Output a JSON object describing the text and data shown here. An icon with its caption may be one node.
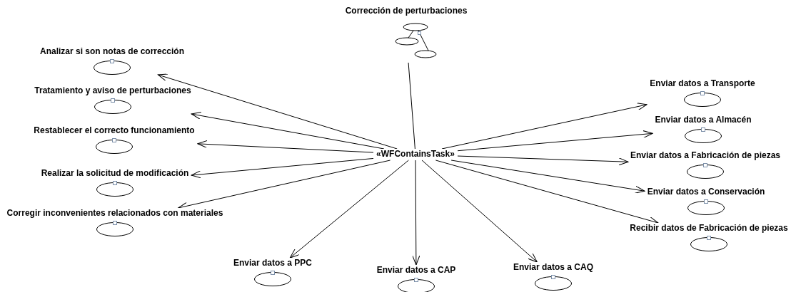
{
  "diagram": {
    "nodes": [
      {
        "text": [
          "«WFContainsTask»"
        ]
      },
      {
        "text": [
          "Corrección de perturbaciones"
        ]
      },
      {
        "text": [
          "Analizar si son notas de corrección"
        ]
      },
      {
        "text": [
          "Tratamiento y aviso de perturbaciones"
        ]
      },
      {
        "text": [
          "Restablecer el correcto funcionamiento"
        ]
      },
      {
        "text": [
          "Realizar la solicitud de modificación"
        ]
      },
      {
        "text": [
          "Corregir inconvenientes relacionados con materiales"
        ]
      },
      {
        "text": [
          "Enviar datos a PPC"
        ]
      },
      {
        "text": [
          "Enviar datos a CAP"
        ]
      },
      {
        "text": [
          "Enviar datos a CAQ"
        ]
      },
      {
        "text": [
          "Enviar datos a Transporte"
        ]
      },
      {
        "text": [
          "Enviar datos a Almacén"
        ]
      },
      {
        "text": [
          "Enviar datos a Fabricación de piezas"
        ]
      },
      {
        "text": [
          "Enviar datos a Conservación"
        ]
      },
      {
        "text": [
          "Recibir datos de Fabricación de piezas"
        ]
      }
    ],
    "edges": [
      {
        "from": 0,
        "to": 1,
        "arrow": "none"
      },
      {
        "from": 0,
        "to": 2,
        "arrow": "to"
      },
      {
        "from": 0,
        "to": 3,
        "arrow": "to"
      },
      {
        "from": 0,
        "to": 4,
        "arrow": "to"
      },
      {
        "from": 0,
        "to": 5,
        "arrow": "to"
      },
      {
        "from": 0,
        "to": 6,
        "arrow": "to"
      },
      {
        "from": 0,
        "to": 7,
        "arrow": "to"
      },
      {
        "from": 0,
        "to": 8,
        "arrow": "to"
      },
      {
        "from": 0,
        "to": 9,
        "arrow": "to"
      },
      {
        "from": 0,
        "to": 10,
        "arrow": "to"
      },
      {
        "from": 0,
        "to": 11,
        "arrow": "to"
      },
      {
        "from": 0,
        "to": 12,
        "arrow": "to"
      },
      {
        "from": 0,
        "to": 13,
        "arrow": "to"
      },
      {
        "from": 0,
        "to": 14,
        "arrow": "to"
      }
    ]
  }
}
